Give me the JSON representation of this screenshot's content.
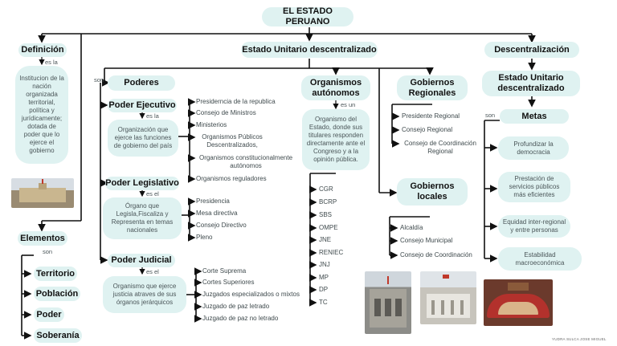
{
  "root": "EL ESTADO PERUANO",
  "definicion": {
    "title": "Definición",
    "connector": "es la",
    "text": "Institucion de la nación organizada territorial, política y jurídicamente; dotada de poder que lo ejerce el gobierno"
  },
  "elementos": {
    "title": "Elementos",
    "connector": "son",
    "items": [
      "Territorio",
      "Población",
      "Poder",
      "Soberanía"
    ]
  },
  "estado_unitario": {
    "title": "Estado Unitario descentralizado",
    "connector": "son"
  },
  "poderes": {
    "title": "Poderes",
    "ejecutivo": {
      "title": "Poder Ejecutivo",
      "connector": "es la",
      "desc": "Organización que ejerce las funciones de gobierno del país",
      "items": [
        "Presiderncia de la republica",
        "Consejo de  Ministros",
        "Ministerios",
        "Organismos Públicos Descentralizados,",
        "Organismos constitucionalmente autónomos",
        "Organismos reguladores"
      ]
    },
    "legislativo": {
      "title": "Poder Legislativo",
      "connector": "es el",
      "desc": "Órgano que Legisla,Fiscaliza y Representa en temas nacionales",
      "items": [
        "Presidencia",
        "Mesa directiva",
        "Consejo Directivo",
        "Pleno"
      ]
    },
    "judicial": {
      "title": "Poder Judicial",
      "connector": "es el",
      "desc": "Organismo que ejerce justicia atraves de sus órganos jerárquicos",
      "items": [
        "Corte Suprema",
        "Cortes Superiores",
        "Juzgados especializados o mixtos",
        "Juzgado de paz letrado",
        "Juzgado de paz no letrado"
      ]
    }
  },
  "organismos": {
    "title": "Organismos autónomos",
    "connector": "es un",
    "desc": "Organismo del Estado, donde sus titulares responden directamente ante el Congreso y a la opinión pública.",
    "items": [
      "CGR",
      "BCRP",
      "SBS",
      "OMPE",
      "JNE",
      "RENIEC",
      "JNJ",
      "MP",
      "DP",
      "TC"
    ]
  },
  "gob_regionales": {
    "title": "Gobiernos Regionales",
    "items": [
      "Presidente Regional",
      "Consejo Regional",
      "Consejo de Coordinación Regional"
    ]
  },
  "gob_locales": {
    "title": "Gobiernos locales",
    "items": [
      "Alcaldía",
      "Consejo Municipal",
      "Consejo de Coordinación"
    ]
  },
  "descentralizacion": {
    "title": "Descentralización",
    "sub": "Estado Unitario descentralizado",
    "connector": "son",
    "metas_title": "Metas",
    "metas": [
      "Profundizar la democracia",
      "Prestación de servicios públicos más eficientes",
      "Equidad inter-regional y entre personas",
      "Estabilidad macroeconómica"
    ]
  },
  "credit": "YUDRA SULCA JOSE MIGUEL",
  "colors": {
    "node_bg": "#dff2f1",
    "line": "#111111"
  }
}
